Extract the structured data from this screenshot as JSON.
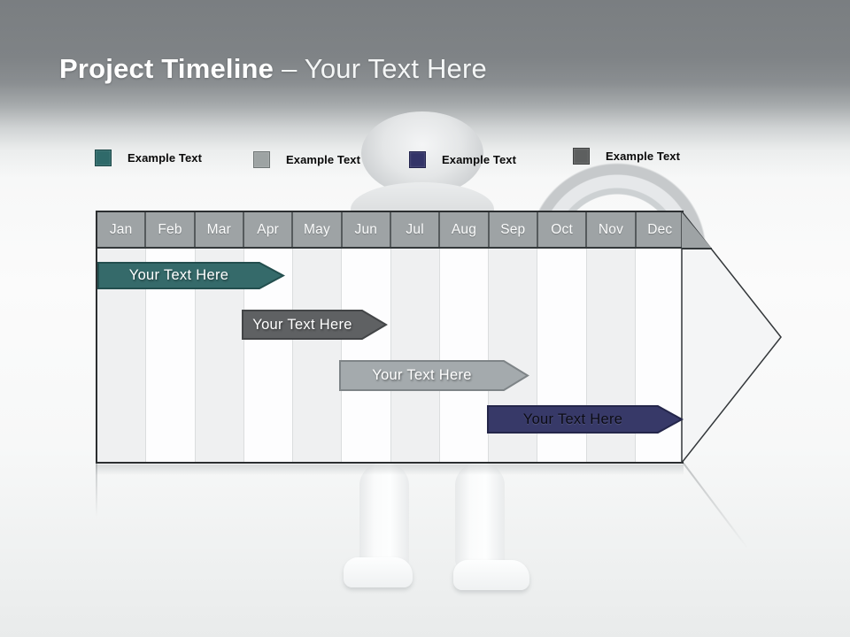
{
  "title": {
    "bold": "Project Timeline",
    "light": "– Your Text Here"
  },
  "legend": {
    "items": [
      {
        "label": "Example Text",
        "color": "#2F6A6A"
      },
      {
        "label": "Example Text",
        "color": "#9DA3A3"
      },
      {
        "label": "Example Text",
        "color": "#333468"
      },
      {
        "label": "Example Text",
        "color": "#5D5F5F"
      }
    ]
  },
  "timeline": {
    "months": [
      "Jan",
      "Feb",
      "Mar",
      "Apr",
      "May",
      "Jun",
      "Jul",
      "Aug",
      "Sep",
      "Oct",
      "Nov",
      "Dec"
    ],
    "header_color": "#9EA3A5",
    "arrow_outline_color": "#33373A",
    "bars": [
      {
        "label": "Your Text Here",
        "color": "#356A6A",
        "border_color": "#234E4E",
        "text_color": "#FFFFFF",
        "start": "Jan",
        "end": "Apr"
      },
      {
        "label": "Your Text Here",
        "color": "#5F6163",
        "border_color": "#434547",
        "text_color": "#FFFFFF",
        "start": "Apr",
        "end": "Jun"
      },
      {
        "label": "Your Text Here",
        "color": "#A4AAAD",
        "border_color": "#7E8487",
        "text_color": "#FFFFFF",
        "start": "Jun",
        "end": "Sep"
      },
      {
        "label": "Your Text Here",
        "color": "#373968",
        "border_color": "#24264A",
        "text_color": "#000000",
        "start": "Sep",
        "end": "Dec"
      }
    ]
  }
}
